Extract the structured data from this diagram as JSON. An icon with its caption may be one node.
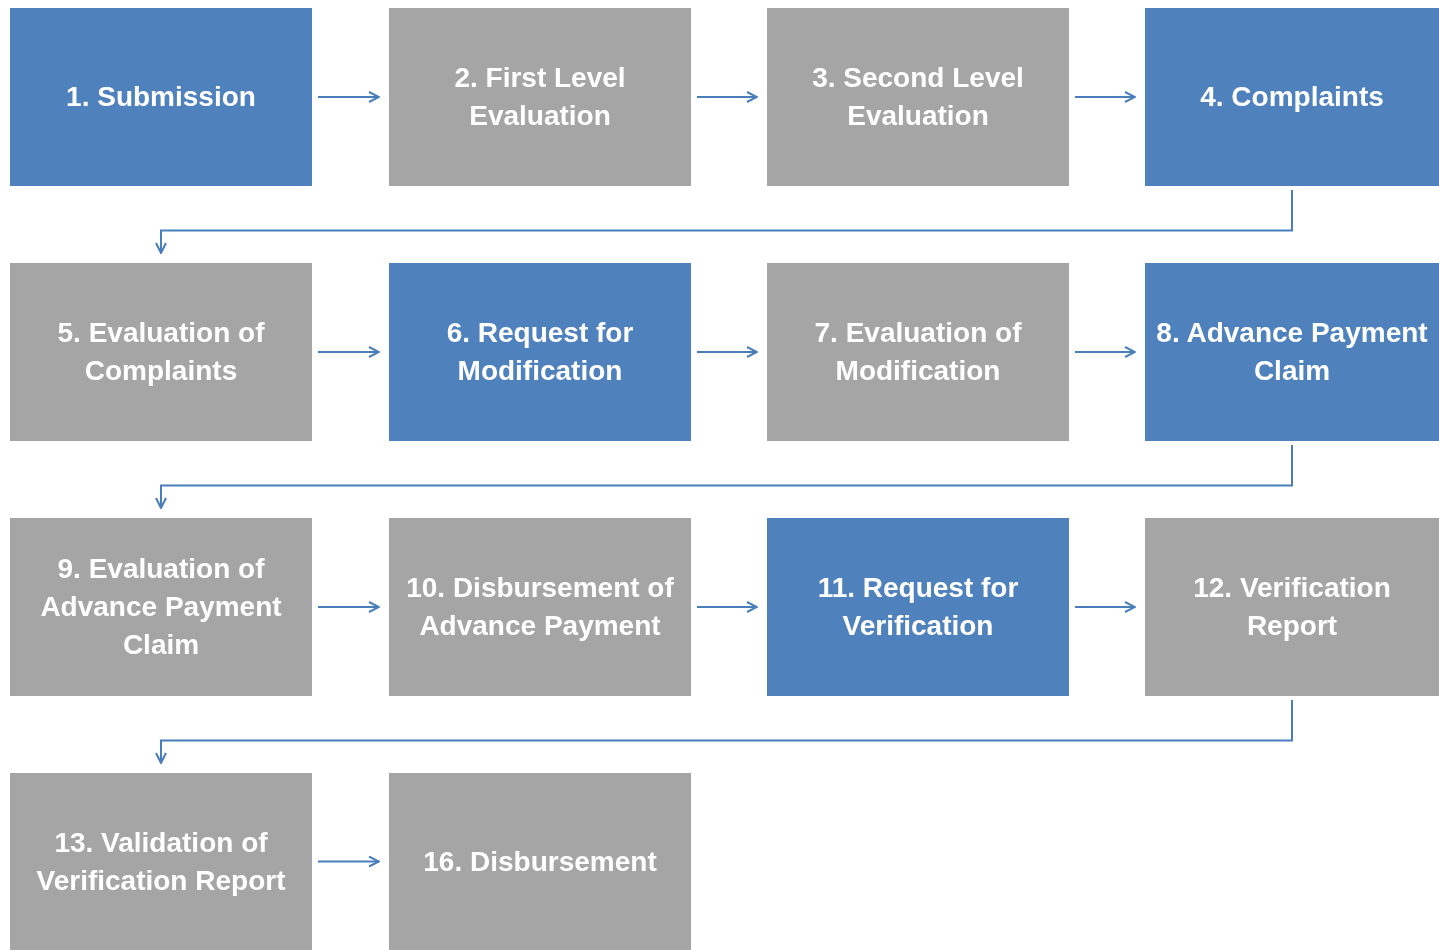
{
  "diagram": {
    "nodes": [
      {
        "text": [
          "1. Submission"
        ]
      },
      {
        "text": [
          "2. First Level Evaluation"
        ]
      },
      {
        "text": [
          "3. Second Level Evaluation"
        ]
      },
      {
        "text": [
          "4. Complaints"
        ]
      },
      {
        "text": [
          "5. Evaluation of Complaints"
        ]
      },
      {
        "text": [
          "6. Request for Modification"
        ]
      },
      {
        "text": [
          "7. Evaluation of Modification"
        ]
      },
      {
        "text": [
          "8. Advance Payment Claim"
        ]
      },
      {
        "text": [
          "9. Evaluation of Advance Payment Claim"
        ]
      },
      {
        "text": [
          "10. Disbursement of Advance Payment"
        ]
      },
      {
        "text": [
          "11. Request for Verification"
        ]
      },
      {
        "text": [
          "12. Verification Report"
        ]
      },
      {
        "text": [
          "13. Validation of Verification Report"
        ]
      },
      {
        "text": [
          "16. Disbursement"
        ]
      }
    ],
    "edges": [
      {
        "from": 0,
        "to": 1,
        "arrow": "to"
      },
      {
        "from": 1,
        "to": 2,
        "arrow": "to"
      },
      {
        "from": 2,
        "to": 3,
        "arrow": "to"
      },
      {
        "from": 3,
        "to": 4,
        "arrow": "to"
      },
      {
        "from": 4,
        "to": 5,
        "arrow": "to"
      },
      {
        "from": 5,
        "to": 6,
        "arrow": "to"
      },
      {
        "from": 6,
        "to": 7,
        "arrow": "to"
      },
      {
        "from": 7,
        "to": 8,
        "arrow": "to"
      },
      {
        "from": 8,
        "to": 9,
        "arrow": "to"
      },
      {
        "from": 9,
        "to": 10,
        "arrow": "to"
      },
      {
        "from": 10,
        "to": 11,
        "arrow": "to"
      },
      {
        "from": 11,
        "to": 12,
        "arrow": "to"
      },
      {
        "from": 12,
        "to": 13,
        "arrow": "to"
      }
    ]
  }
}
